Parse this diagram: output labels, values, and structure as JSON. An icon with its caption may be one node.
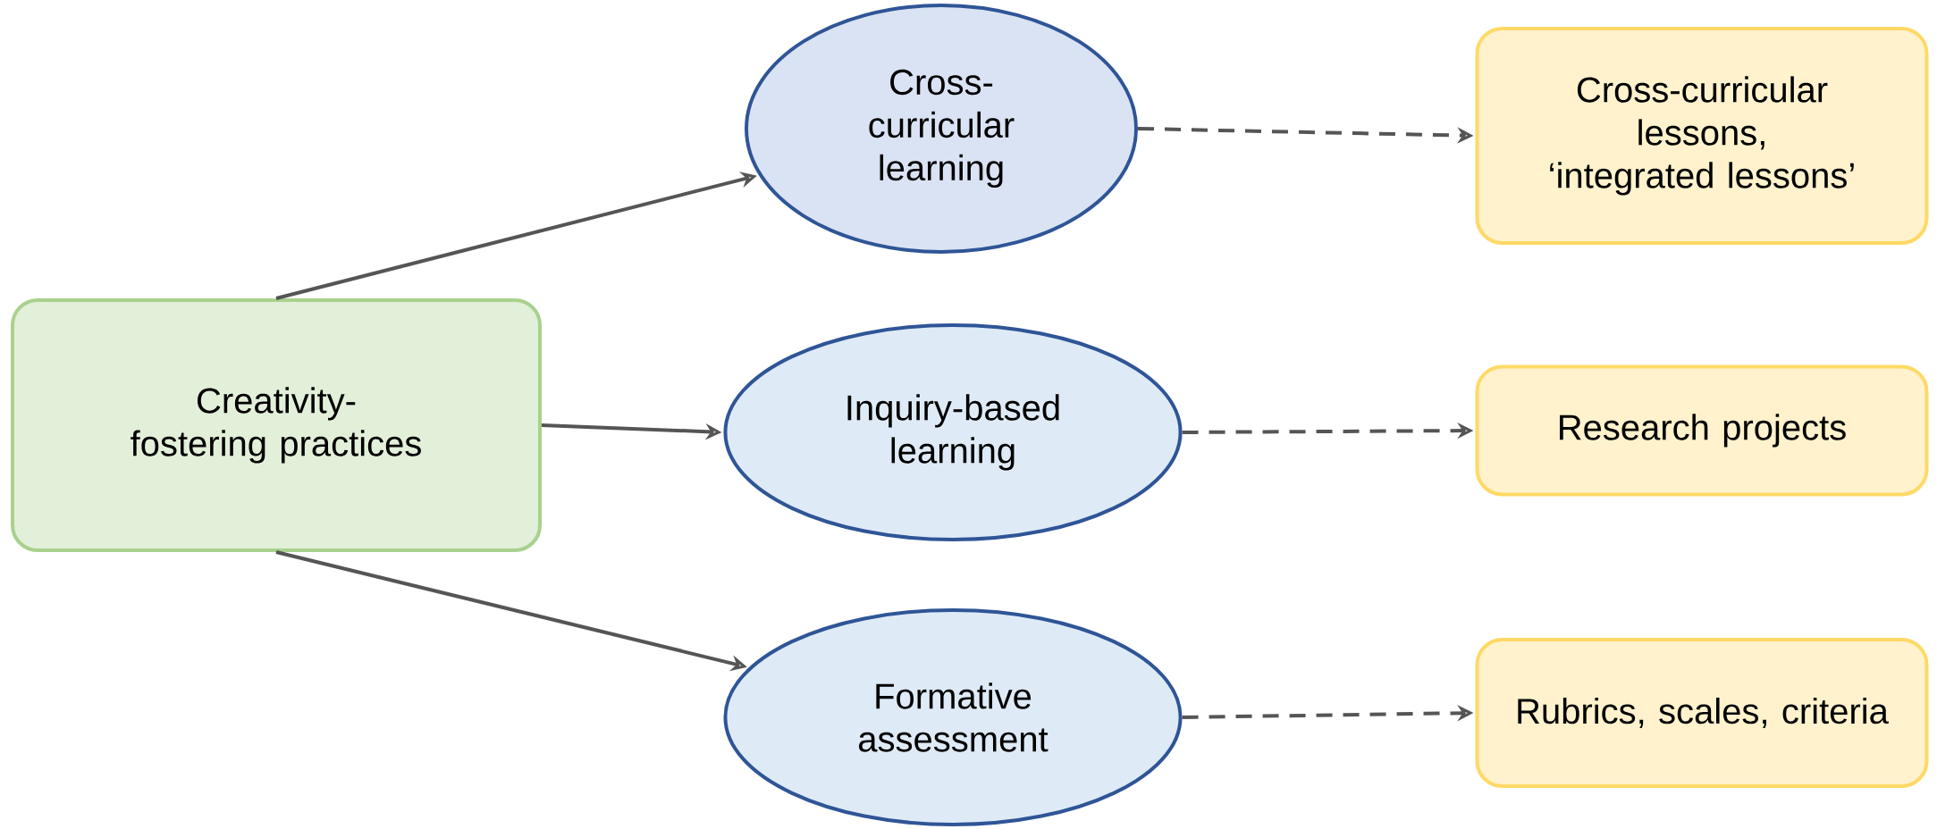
{
  "diagram": {
    "nodes": [
      {
        "text": [
          "Creativity-fostering practices"
        ]
      },
      {
        "text": [
          "Cross-curricular learning"
        ]
      },
      {
        "text": [
          "Inquiry-based learning"
        ]
      },
      {
        "text": [
          "Formative assessment"
        ]
      },
      {
        "text": [
          "Cross-curricular lessons, ‘integrated lessons’"
        ]
      },
      {
        "text": [
          "Research projects"
        ]
      },
      {
        "text": [
          "Rubrics, scales, criteria"
        ]
      }
    ],
    "edges": [
      {
        "from": 0,
        "to": 1,
        "arrow": "to"
      },
      {
        "from": 0,
        "to": 2,
        "arrow": "to"
      },
      {
        "from": 0,
        "to": 3,
        "arrow": "to"
      },
      {
        "from": 1,
        "to": 4,
        "arrow": "to",
        "style": "dashed"
      },
      {
        "from": 2,
        "to": 5,
        "arrow": "to",
        "style": "dashed"
      },
      {
        "from": 3,
        "to": 6,
        "arrow": "to",
        "style": "dashed"
      }
    ]
  }
}
